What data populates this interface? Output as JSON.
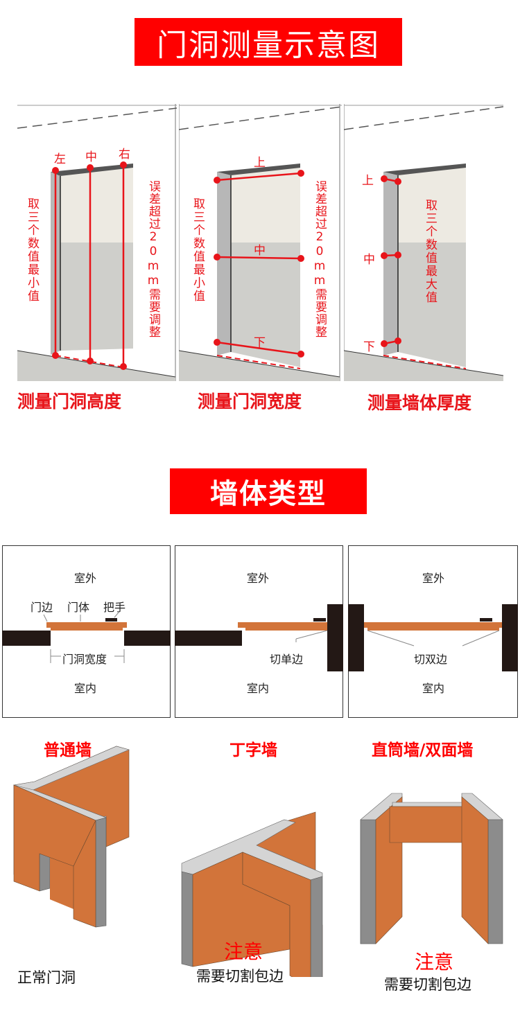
{
  "section1": {
    "title": "门洞测量示意图",
    "panels": [
      {
        "caption": "测量门洞高度",
        "points": [
          "左",
          "中",
          "右"
        ],
        "left_note": "取三个数值最小值",
        "right_note": "误差超过20mm需要调整"
      },
      {
        "caption": "测量门洞宽度",
        "points": [
          "上",
          "中",
          "下"
        ],
        "left_note": "取三个数值最小值",
        "right_note": "误差超过20mm需要调整"
      },
      {
        "caption": "测量墙体厚度",
        "points": [
          "上",
          "中",
          "下"
        ],
        "center_note": "取三个数值最大值"
      }
    ]
  },
  "section2": {
    "title": "墙体类型",
    "plans": [
      {
        "outside": "室外",
        "inside": "室内",
        "labels": [
          "门边",
          "门体",
          "把手"
        ],
        "width_label": "门洞宽度"
      },
      {
        "outside": "室外",
        "inside": "室内",
        "cut_label": "切单边"
      },
      {
        "outside": "室外",
        "inside": "室内",
        "cut_label": "切双边"
      }
    ],
    "wall_types": [
      {
        "name": "普通墙",
        "caption": "正常门洞"
      },
      {
        "name": "丁字墙",
        "note": "注意",
        "caption": "需要切割包边"
      },
      {
        "name": "直筒墙/双面墙",
        "note": "注意",
        "caption": "需要切割包边"
      }
    ]
  },
  "colors": {
    "banner": "#ff0000",
    "annotation_red": "#e8141a",
    "door_orange": "#d2743a",
    "wall_black": "#231815",
    "wall_grey": "#8c8c8c",
    "wall_top": "#d4d4d4"
  }
}
